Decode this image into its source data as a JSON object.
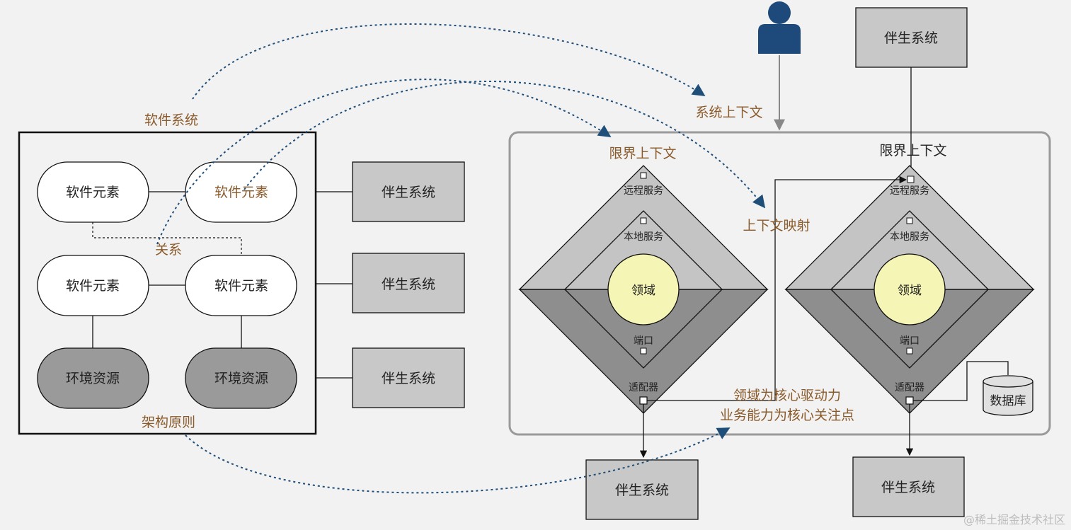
{
  "labels": {
    "software_system": "软件系统",
    "relation": "关系",
    "arch_principle": "架构原则",
    "system_context": "系统上下文",
    "bounded_context_left": "限界上下文",
    "bounded_context_right": "限界上下文",
    "context_mapping": "上下文映射",
    "domain_core_line1": "领域为核心驱动力",
    "domain_core_line2": "业务能力为核心关注点"
  },
  "software_elements": [
    "软件元素",
    "软件元素",
    "软件元素",
    "软件元素"
  ],
  "env_resources": [
    "环境资源",
    "环境资源"
  ],
  "companion_systems": {
    "left": [
      "伴生系统",
      "伴生系统",
      "伴生系统"
    ],
    "top_right": "伴生系统",
    "bottom_middle": "伴生系统",
    "bottom_right": "伴生系统"
  },
  "hexagon_left": {
    "remote_service": "远程服务",
    "local_service": "本地服务",
    "domain": "领域",
    "port": "端口",
    "adapter": "适配器"
  },
  "hexagon_right": {
    "remote_service": "远程服务",
    "local_service": "本地服务",
    "domain": "领域",
    "port": "端口",
    "adapter": "适配器"
  },
  "database": "数据库",
  "watermark": "@稀土掘金技术社区",
  "colors": {
    "background": "#f2f2f2",
    "box_gray": "#c8c8c8",
    "dark_gray": "#9a9a9a",
    "diamond_light": "#c4c4c4",
    "diamond_dark": "#8e8e8e",
    "domain_yellow": "#f5f5b5",
    "dotted_blue": "#1f4e79",
    "user_icon": "#1d4a7a",
    "brown_text": "#8a5a2b"
  },
  "icons": {
    "user": "user-person-icon",
    "database": "database-cylinder-icon"
  }
}
